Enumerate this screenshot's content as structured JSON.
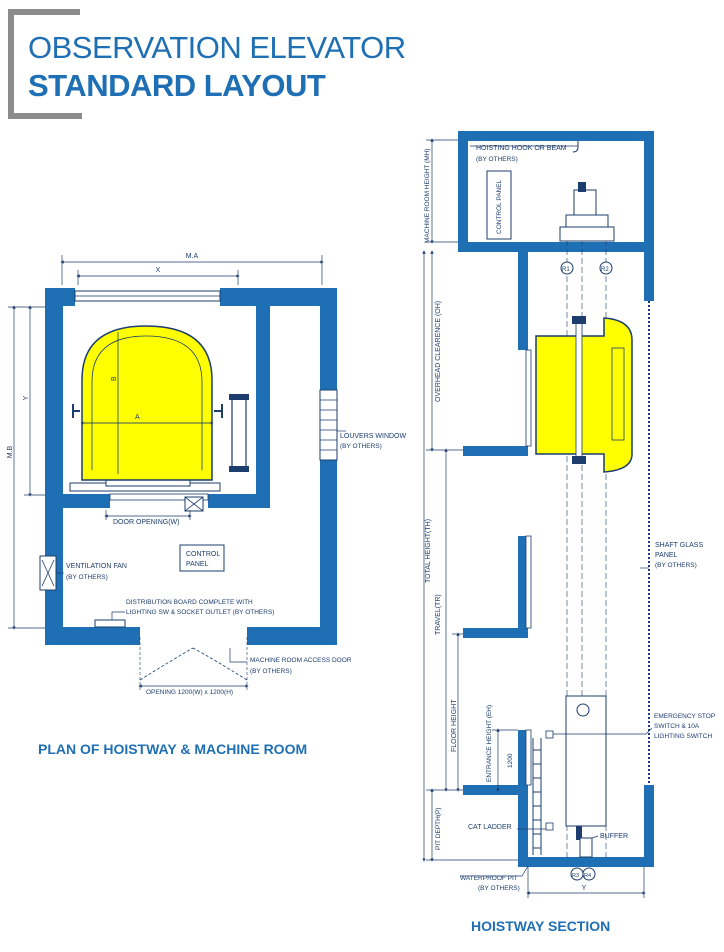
{
  "header": {
    "title_line1": "OBSERVATION ELEVATOR",
    "title_line2": "STANDARD LAYOUT"
  },
  "plan": {
    "caption": "PLAN OF HOISTWAY & MACHINE ROOM",
    "dim_ma": "M.A",
    "dim_x": "X",
    "dim_mb": "M.B",
    "dim_y": "Y",
    "dim_a": "A",
    "dim_b": "B",
    "louvers_window": "LOUVERS WINDOW",
    "louvers_by": "(BY OTHERS)",
    "door_opening": "DOOR OPENING(W)",
    "control_panel_l1": "CONTROL",
    "control_panel_l2": "PANEL",
    "vent_fan": "VENTILATION FAN",
    "vent_by": "(BY OTHERS)",
    "dist_board_l1": "DISTRIBUTION BOARD COMPLETE WITH",
    "dist_board_l2": "LIGHTING SW & SOCKET OUTLET (BY OTHERS)",
    "mr_access_door": "MACHINE ROOM ACCESS DOOR",
    "mr_access_by": "(BY OTHERS)",
    "opening": "OPENING 1200(W) x 1200(H)"
  },
  "section": {
    "caption": "HOISTWAY SECTION",
    "hook": "HOISTING HOOK OR BEAM",
    "hook_by": "(BY OTHERS)",
    "control_panel": "CONTROL PANEL",
    "mr_height": "MACHINE ROOM HEIGHT (MH)",
    "overhead": "OVERHEAD CLEARENCE (OH)",
    "total_height": "TOTAL HEIGHT(TH)",
    "travel": "TRAVEL(TR)",
    "floor_height": "FLOOR HEIGHT",
    "entrance_height": "ENTRANCE HEIGHT (EH)",
    "eh_value": "1200",
    "pit_depth": "PIT DEPTH(P)",
    "r1": "R1",
    "r2": "R2",
    "r3": "R3",
    "r4": "R4",
    "shaft_glass_l1": "SHAFT GLASS",
    "shaft_glass_l2": "PANEL",
    "shaft_glass_by": "(BY OTHERS)",
    "emergency_l1": "EMERGENCY STOP",
    "emergency_l2": "SWITCH & 10A",
    "emergency_l3": "LIGHTING SWITCH",
    "cat_ladder": "CAT LADDER",
    "buffer": "BUFFER",
    "waterproof": "WATERPROOF PIT",
    "waterproof_by": "(BY OTHERS)",
    "dim_y": "Y"
  },
  "colors": {
    "wall": "#1f6fb4",
    "car": "#ffff00",
    "ink": "#1c3d6e",
    "frame": "#8c8c8c"
  }
}
